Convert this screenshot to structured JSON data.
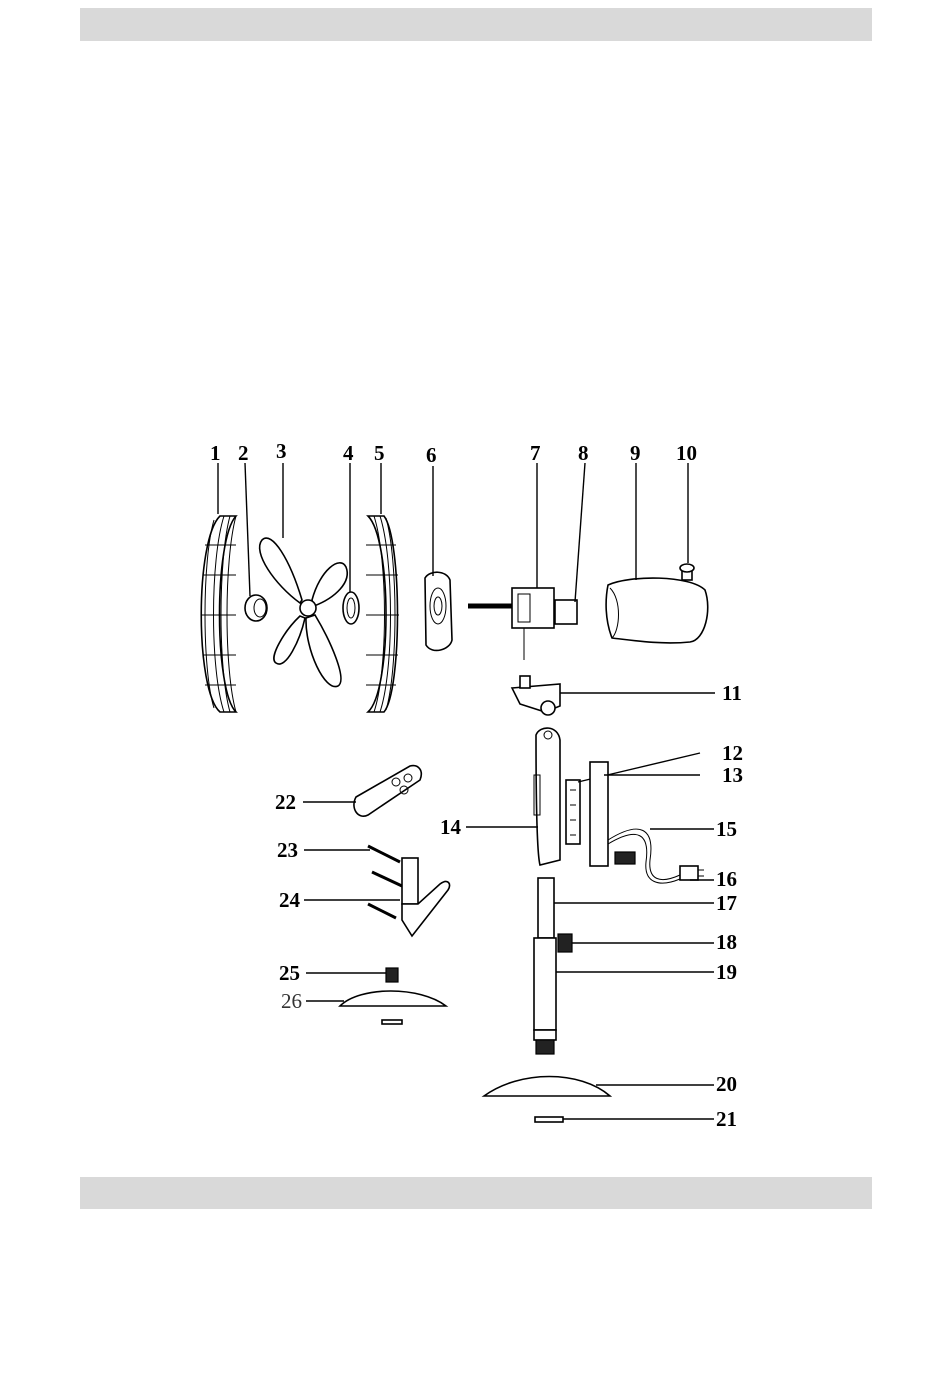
{
  "header_band": {
    "color": "#d9d9d9"
  },
  "footer_band": {
    "color": "#d9d9d9"
  },
  "diagram": {
    "labels": [
      "1",
      "2",
      "3",
      "4",
      "5",
      "6",
      "7",
      "8",
      "9",
      "10",
      "11",
      "12",
      "13",
      "14",
      "15",
      "16",
      "17",
      "18",
      "19",
      "20",
      "21",
      "22",
      "23",
      "24",
      "25",
      "26"
    ]
  }
}
